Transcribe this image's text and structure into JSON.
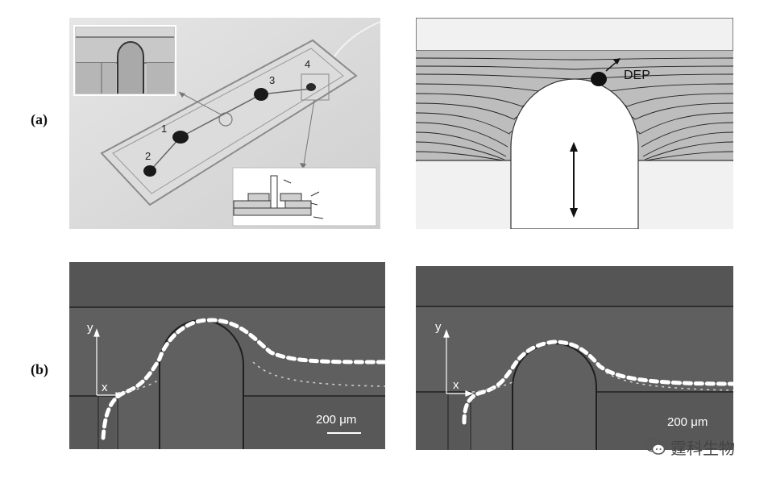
{
  "panel_labels": {
    "a": "(a)",
    "b": "(b)"
  },
  "chip_photo": {
    "port_labels": [
      "1",
      "2",
      "3",
      "4"
    ]
  },
  "simulation": {
    "dep_label": "DEP"
  },
  "experiments": [
    {
      "axis_y": "y",
      "axis_x": "x",
      "scale_bar": "200 μm"
    },
    {
      "axis_y": "y",
      "axis_x": "x",
      "scale_bar": "200 μm"
    }
  ],
  "watermark": {
    "text": "霆科生物",
    "icon": "wechat-icon"
  }
}
